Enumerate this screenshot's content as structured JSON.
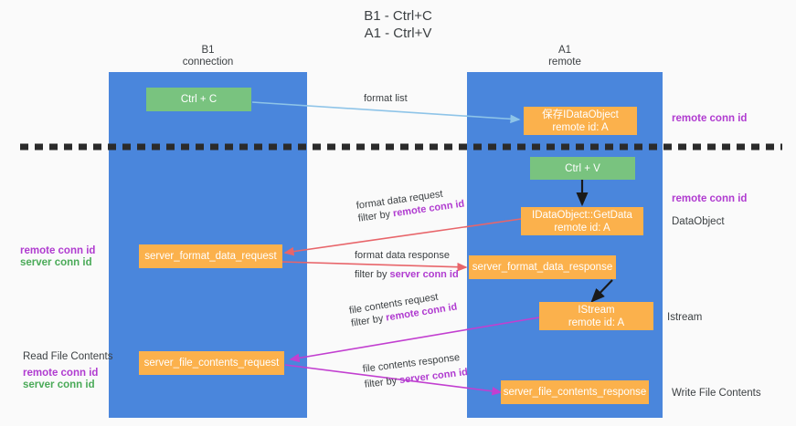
{
  "title": {
    "line1": "B1 - Ctrl+C",
    "line2": "A1 - Ctrl+V"
  },
  "columns": [
    {
      "id": "b1",
      "name": "B1",
      "role": "connection"
    },
    {
      "id": "a1",
      "name": "A1",
      "role": "remote"
    }
  ],
  "nodes": {
    "ctrl_c": {
      "label": "Ctrl + C",
      "kind": "green"
    },
    "idataobject": {
      "line1": "保存IDataObject",
      "line2": "remote id: A",
      "kind": "orange"
    },
    "ctrl_v": {
      "label": "Ctrl + V",
      "kind": "green"
    },
    "getdata": {
      "line1": "IDataObject::GetData",
      "line2": "remote id: A",
      "kind": "orange"
    },
    "server_format_data_request": {
      "label": "server_format_data_request",
      "kind": "orange"
    },
    "server_format_data_response": {
      "label": "server_format_data_response",
      "kind": "orange"
    },
    "istream": {
      "line1": "IStream",
      "line2": "remote id: A",
      "kind": "orange"
    },
    "server_file_contents_request": {
      "label": "server_file_contents_request",
      "kind": "orange"
    },
    "server_file_contents_response": {
      "label": "server_file_contents_response",
      "kind": "orange"
    }
  },
  "edges": [
    {
      "id": "format-list",
      "label": "format list"
    },
    {
      "id": "format-data-request",
      "line1": "format data request",
      "prefix": "filter by ",
      "highlight": "remote conn id"
    },
    {
      "id": "format-data-response",
      "line1": "format data response",
      "prefix": "filter by ",
      "highlight": "server conn id"
    },
    {
      "id": "file-contents-request",
      "line1": "file contents request",
      "prefix": "filter by ",
      "highlight": "remote conn id"
    },
    {
      "id": "file-contents-response",
      "line1": "file contents response",
      "prefix": "filter by ",
      "highlight": "server conn id"
    }
  ],
  "annotations": {
    "right_remote_conn_id_top": "remote conn id",
    "right_remote_conn_id_mid": "remote conn id",
    "right_dataobject": "DataObject",
    "right_istream": "Istream",
    "right_write_file_contents": "Write File Contents",
    "left_remote_conn_id_mid": "remote conn id",
    "left_server_conn_id_mid": "server conn id",
    "left_read_file_contents": "Read File Contents",
    "left_remote_conn_id_bottom": "remote conn id",
    "left_server_conn_id_bottom": "server conn id"
  },
  "colors": {
    "lane": "#4a86dc",
    "green_node": "#79c37f",
    "orange_node": "#fbb14c",
    "purple_text": "#b03bd0",
    "green_text": "#4aaa58",
    "arrow_blue": "#8ec4e8",
    "arrow_red": "#e8656a",
    "arrow_magenta": "#c23fd0",
    "arrow_black": "#1a1a1a",
    "divider": "#2b2b2b",
    "background": "#fafafa"
  }
}
